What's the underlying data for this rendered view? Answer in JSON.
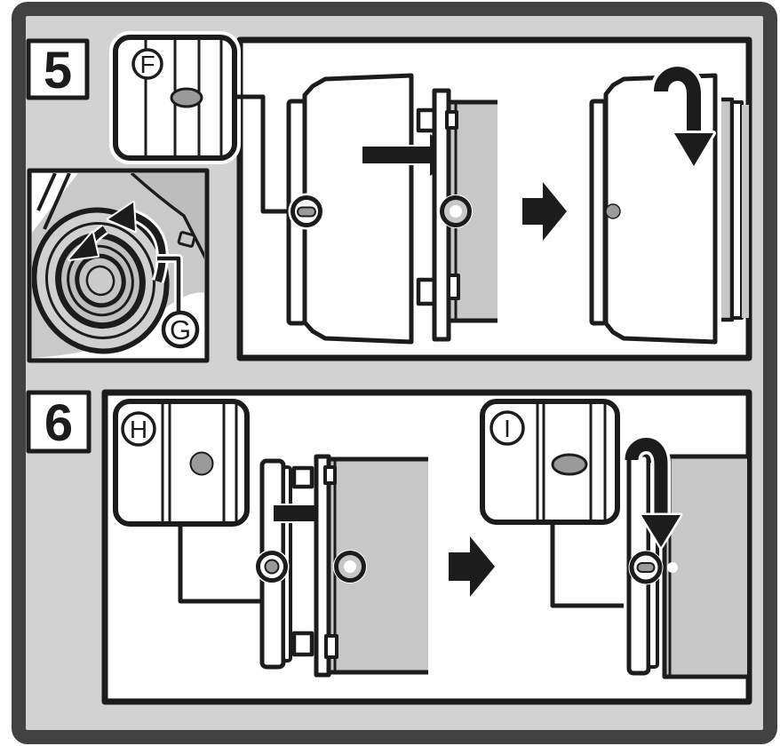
{
  "step5": {
    "number": "5",
    "callout_f": "F",
    "callout_g": "G"
  },
  "step6": {
    "number": "6",
    "callout_h": "H",
    "callout_i": "I"
  },
  "icons": {
    "push_arrow": "solid-right-arrow",
    "proceed_arrow": "block-right-arrow",
    "rotate_attach_arrow": "curved-hook-down-arrow",
    "unlock_rotation_arrows": "counterclockwise-curved-arrows"
  },
  "colors": {
    "frame_dark": "#424242",
    "background_gray": "#d2d2d2",
    "panel_white": "#ffffff",
    "line_black": "#1c1c1c",
    "lens_gray": "#c7c7c7",
    "marker_gray": "#9a9a9a",
    "inset_gray": "#c9c9c9"
  }
}
